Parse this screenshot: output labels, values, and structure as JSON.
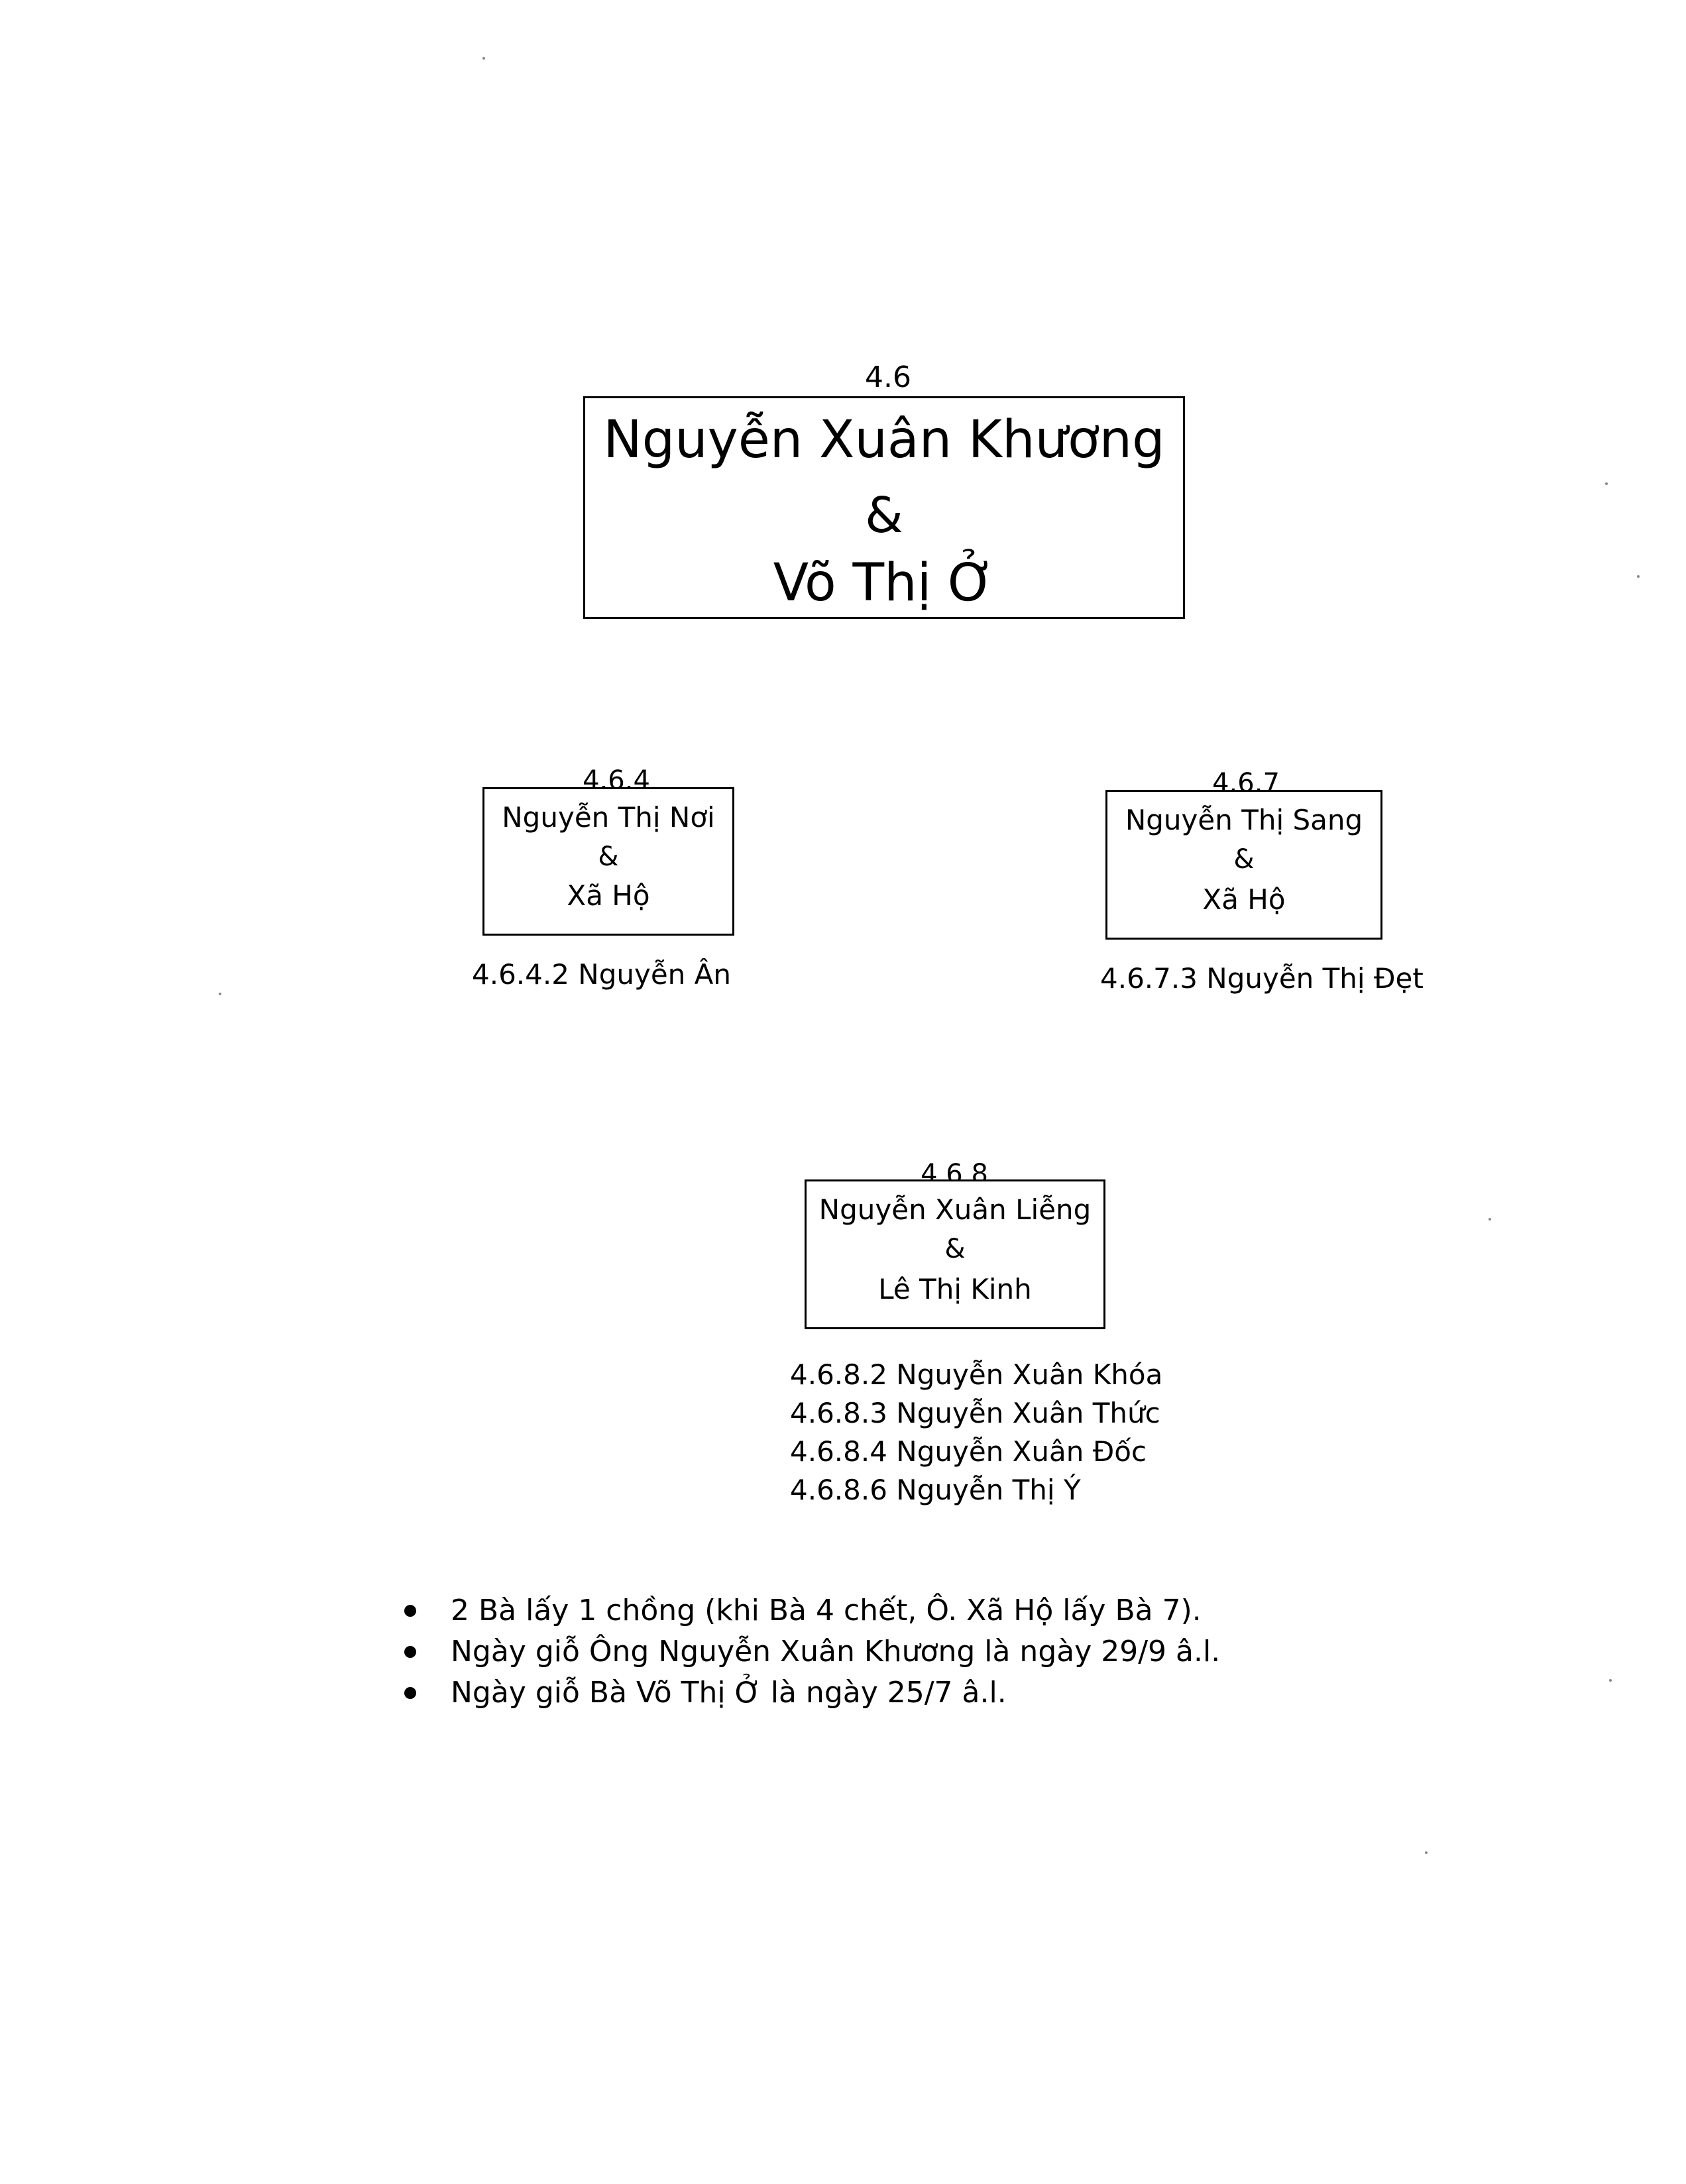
{
  "main_couple": {
    "code": "4.6",
    "husband": "Nguyễn Xuân Khương",
    "amp": "&",
    "wife": "Võ Thị Ở"
  },
  "branch_464": {
    "code": "4.6.4",
    "line1": "Nguyễn Thị Nơi",
    "amp": "&",
    "line2": "Xã Hộ",
    "children": [
      "4.6.4.2 Nguyễn Ân"
    ]
  },
  "branch_467": {
    "code": "4.6.7",
    "line1": "Nguyễn Thị Sang",
    "amp": "&",
    "line2": "Xã Hộ",
    "children": [
      "4.6.7.3 Nguyễn Thị Đẹt"
    ]
  },
  "branch_468": {
    "code": "4.6.8",
    "line1": "Nguyễn Xuân Liễng",
    "amp": "&",
    "line2": "Lê Thị Kinh",
    "children": [
      "4.6.8.2 Nguyễn Xuân Khóa",
      "4.6.8.3 Nguyễn Xuân Thức",
      "4.6.8.4 Nguyễn Xuân Đốc",
      "4.6.8.6 Nguyễn Thị Ý"
    ]
  },
  "notes": [
    "2 Bà lấy 1 chồng (khi Bà 4 chết, Ô. Xã Hộ lấy Bà 7).",
    "Ngày giỗ Ông Nguyễn Xuân Khương là ngày 29/9 â.l.",
    "Ngày giỗ Bà Võ Thị Ở là ngày 25/7 â.l."
  ]
}
